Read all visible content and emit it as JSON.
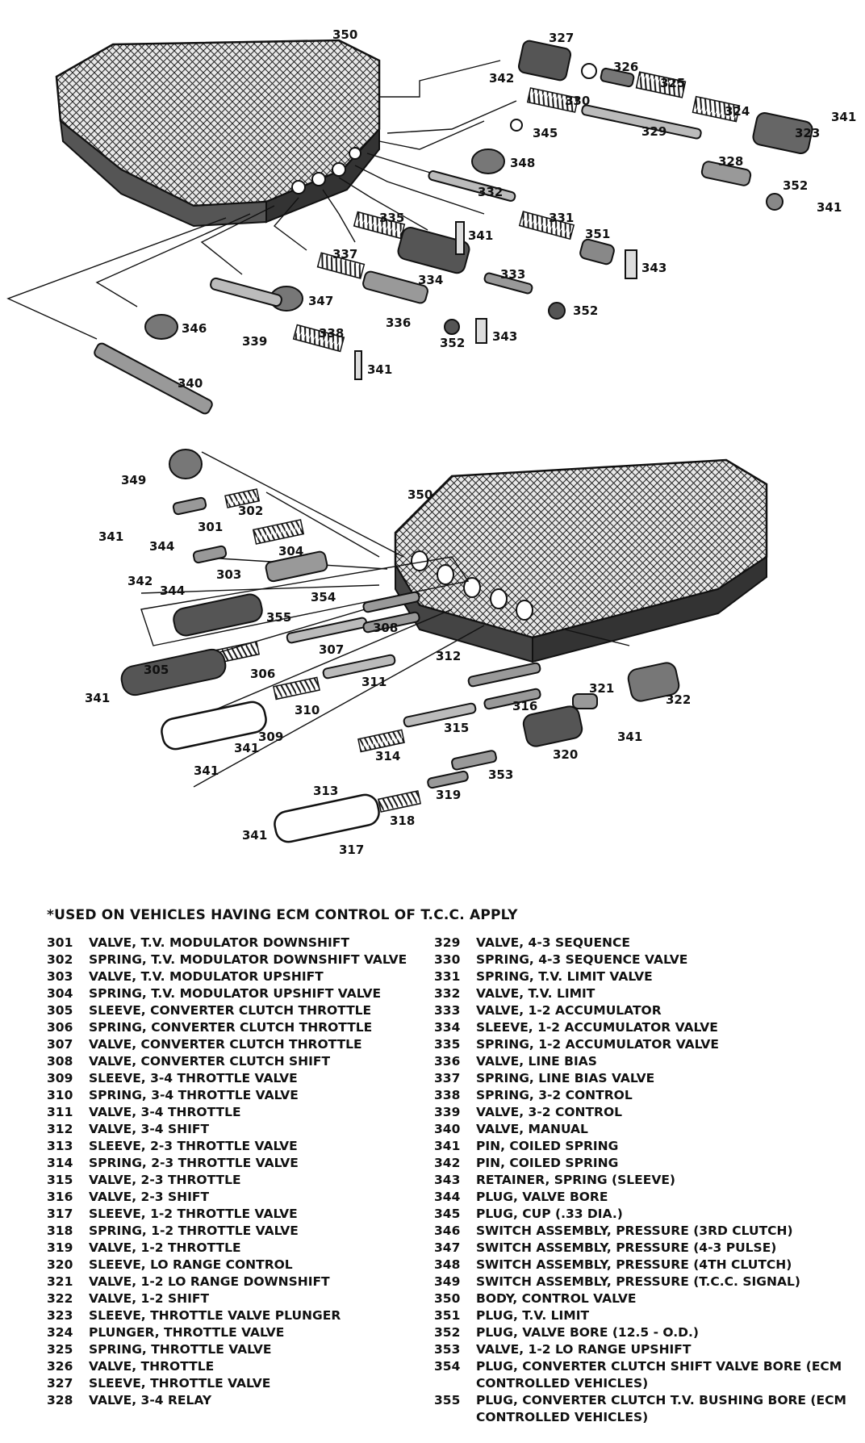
{
  "note": "*USED ON VEHICLES HAVING ECM CONTROL OF T.C.C. APPLY",
  "callouts": [
    "301",
    "302",
    "303",
    "304",
    "305",
    "306",
    "307",
    "308",
    "309",
    "310",
    "311",
    "312",
    "313",
    "314",
    "315",
    "316",
    "317",
    "318",
    "319",
    "320",
    "321",
    "322",
    "323",
    "324",
    "325",
    "326",
    "327",
    "328",
    "329",
    "330",
    "331",
    "332",
    "333",
    "334",
    "335",
    "336",
    "337",
    "338",
    "339",
    "340",
    "341",
    "342",
    "343",
    "344",
    "345",
    "346",
    "347",
    "348",
    "349",
    "350",
    "351",
    "352",
    "353",
    "354",
    "355"
  ],
  "legend_left": [
    {
      "num": "301",
      "text": "VALVE, T.V. MODULATOR DOWNSHIFT"
    },
    {
      "num": "302",
      "text": "SPRING, T.V. MODULATOR DOWNSHIFT VALVE"
    },
    {
      "num": "303",
      "text": "VALVE, T.V. MODULATOR UPSHIFT"
    },
    {
      "num": "304",
      "text": "SPRING, T.V. MODULATOR UPSHIFT VALVE"
    },
    {
      "num": "305",
      "text": "SLEEVE, CONVERTER CLUTCH THROTTLE"
    },
    {
      "num": "306",
      "text": "SPRING, CONVERTER CLUTCH THROTTLE"
    },
    {
      "num": "307",
      "text": "VALVE, CONVERTER CLUTCH THROTTLE"
    },
    {
      "num": "308",
      "text": "VALVE, CONVERTER CLUTCH SHIFT"
    },
    {
      "num": "309",
      "text": "SLEEVE, 3-4 THROTTLE VALVE"
    },
    {
      "num": "310",
      "text": "SPRING, 3-4 THROTTLE VALVE"
    },
    {
      "num": "311",
      "text": "VALVE, 3-4 THROTTLE"
    },
    {
      "num": "312",
      "text": "VALVE, 3-4 SHIFT"
    },
    {
      "num": "313",
      "text": "SLEEVE, 2-3 THROTTLE VALVE"
    },
    {
      "num": "314",
      "text": "SPRING, 2-3 THROTTLE VALVE"
    },
    {
      "num": "315",
      "text": "VALVE, 2-3 THROTTLE"
    },
    {
      "num": "316",
      "text": "VALVE, 2-3 SHIFT"
    },
    {
      "num": "317",
      "text": "SLEEVE, 1-2 THROTTLE VALVE"
    },
    {
      "num": "318",
      "text": "SPRING, 1-2 THROTTLE VALVE"
    },
    {
      "num": "319",
      "text": "VALVE, 1-2 THROTTLE"
    },
    {
      "num": "320",
      "text": "SLEEVE, LO RANGE CONTROL"
    },
    {
      "num": "321",
      "text": "VALVE, 1-2 LO RANGE DOWNSHIFT"
    },
    {
      "num": "322",
      "text": "VALVE, 1-2 SHIFT"
    },
    {
      "num": "323",
      "text": "SLEEVE, THROTTLE VALVE PLUNGER"
    },
    {
      "num": "324",
      "text": "PLUNGER, THROTTLE VALVE"
    },
    {
      "num": "325",
      "text": "SPRING, THROTTLE VALVE"
    },
    {
      "num": "326",
      "text": "VALVE, THROTTLE"
    },
    {
      "num": "327",
      "text": "SLEEVE, THROTTLE VALVE"
    },
    {
      "num": "328",
      "text": "VALVE, 3-4 RELAY"
    }
  ],
  "legend_right": [
    {
      "num": "329",
      "text": "VALVE, 4-3 SEQUENCE"
    },
    {
      "num": "330",
      "text": "SPRING, 4-3 SEQUENCE VALVE"
    },
    {
      "num": "331",
      "text": "SPRING, T.V. LIMIT VALVE"
    },
    {
      "num": "332",
      "text": "VALVE, T.V. LIMIT"
    },
    {
      "num": "333",
      "text": "VALVE, 1-2 ACCUMULATOR"
    },
    {
      "num": "334",
      "text": "SLEEVE, 1-2 ACCUMULATOR VALVE"
    },
    {
      "num": "335",
      "text": "SPRING, 1-2 ACCUMULATOR VALVE"
    },
    {
      "num": "336",
      "text": "VALVE, LINE BIAS"
    },
    {
      "num": "337",
      "text": "SPRING, LINE BIAS VALVE"
    },
    {
      "num": "338",
      "text": "SPRING, 3-2 CONTROL"
    },
    {
      "num": "339",
      "text": "VALVE, 3-2 CONTROL"
    },
    {
      "num": "340",
      "text": "VALVE, MANUAL"
    },
    {
      "num": "341",
      "text": "PIN, COILED SPRING"
    },
    {
      "num": "342",
      "text": "PIN, COILED SPRING"
    },
    {
      "num": "343",
      "text": "RETAINER, SPRING (SLEEVE)"
    },
    {
      "num": "344",
      "text": "PLUG, VALVE BORE"
    },
    {
      "num": "345",
      "text": "PLUG, CUP (.33 DIA.)"
    },
    {
      "num": "346",
      "text": "SWITCH ASSEMBLY, PRESSURE (3RD CLUTCH)"
    },
    {
      "num": "347",
      "text": "SWITCH ASSEMBLY, PRESSURE (4-3 PULSE)"
    },
    {
      "num": "348",
      "text": "SWITCH ASSEMBLY, PRESSURE (4TH CLUTCH)"
    },
    {
      "num": "349",
      "text": "SWITCH ASSEMBLY, PRESSURE (T.C.C. SIGNAL)"
    },
    {
      "num": "350",
      "text": "BODY, CONTROL VALVE"
    },
    {
      "num": "351",
      "text": "PLUG, T.V. LIMIT"
    },
    {
      "num": "352",
      "text": "PLUG, VALVE BORE (12.5 - O.D.)"
    },
    {
      "num": "353",
      "text": "VALVE, 1-2 LO RANGE UPSHIFT"
    },
    {
      "num": "354",
      "text": "PLUG, CONVERTER CLUTCH SHIFT VALVE BORE (ECM CONTROLLED VEHICLES)"
    },
    {
      "num": "355",
      "text": "PLUG, CONVERTER CLUTCH T.V. BUSHING BORE (ECM CONTROLLED VEHICLES)"
    }
  ]
}
